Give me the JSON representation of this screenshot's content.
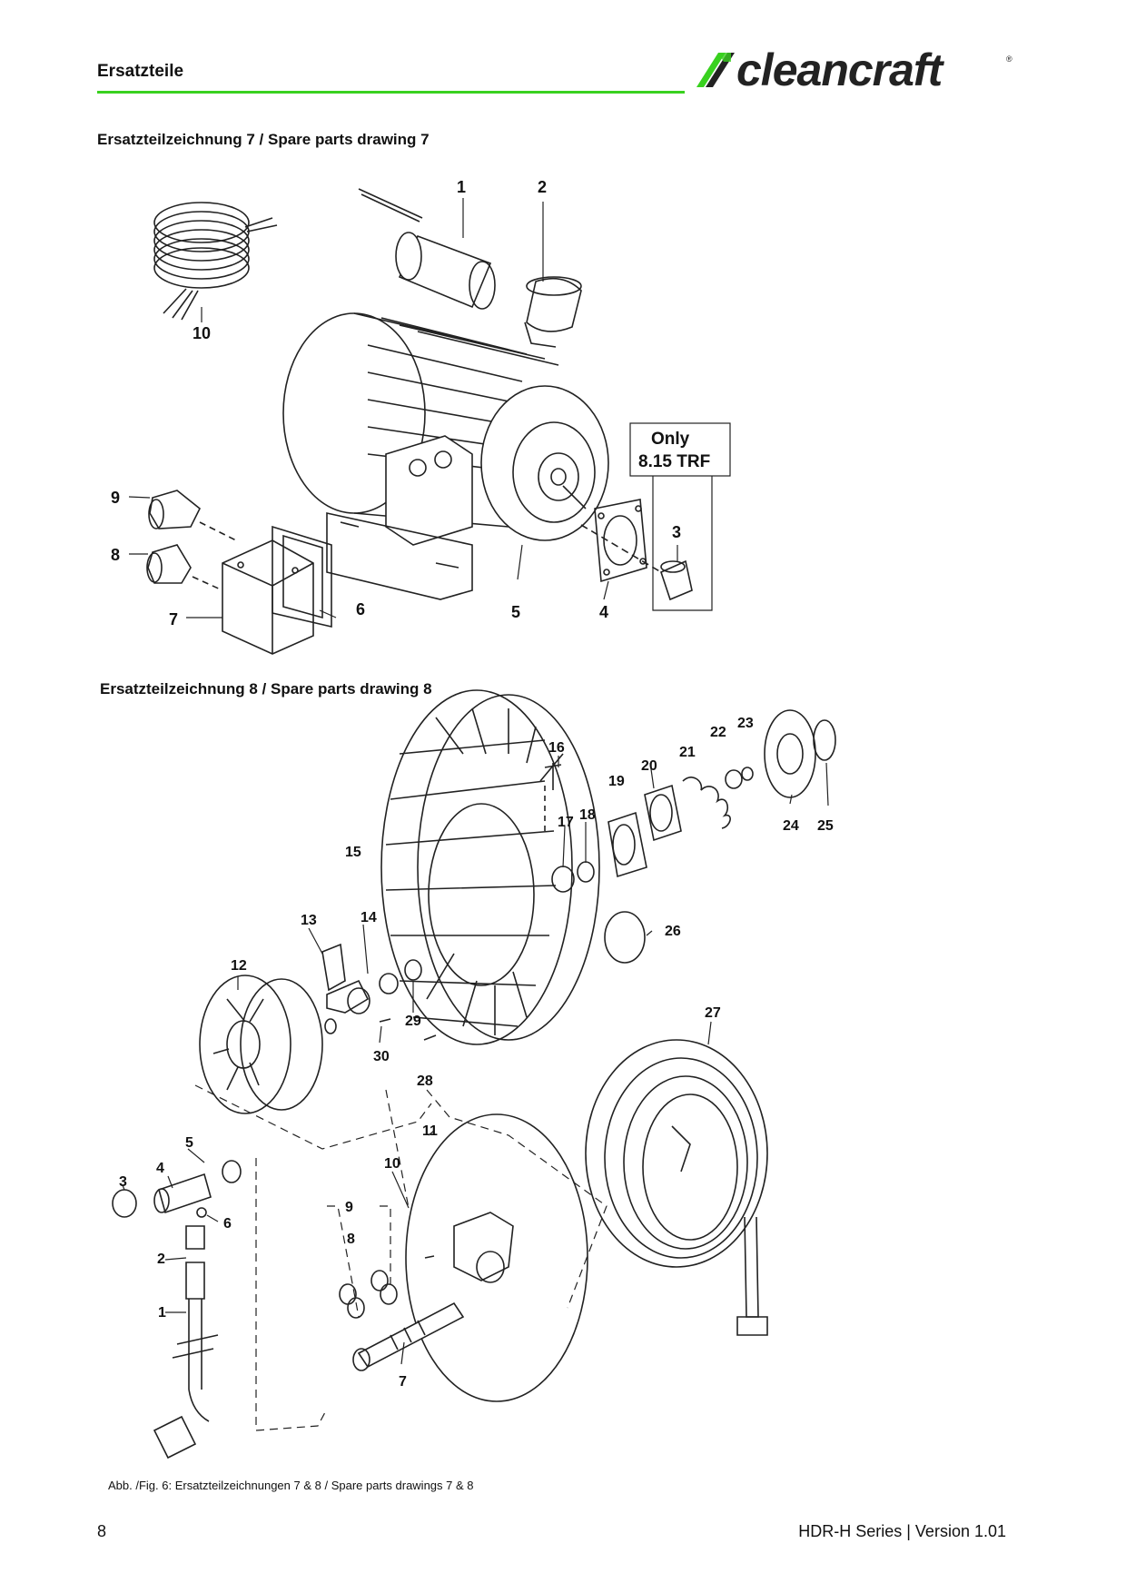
{
  "header": {
    "title": "Ersatzteile",
    "logo_text": "cleancraft",
    "logo_mark": "®",
    "accent_color": "#39d11f"
  },
  "drawing7": {
    "title": "Ersatzteilzeichnung 7 / Spare parts drawing 7",
    "note_line1": "Only",
    "note_line2": "8.15 TRF",
    "labels": [
      "1",
      "2",
      "10",
      "9",
      "8",
      "7",
      "6",
      "5",
      "4",
      "3"
    ]
  },
  "drawing8": {
    "title": "Ersatzteilzeichnung 8 / Spare parts drawing 8",
    "labels": [
      "16",
      "22",
      "23",
      "21",
      "20",
      "19",
      "17",
      "18",
      "24",
      "25",
      "15",
      "14",
      "13",
      "12",
      "26",
      "29",
      "30",
      "28",
      "27",
      "11",
      "10",
      "5",
      "4",
      "3",
      "6",
      "2",
      "9",
      "8",
      "1",
      "7"
    ]
  },
  "caption": "Abb. /Fig. 6: Ersatzteilzeichnungen 7 & 8 / Spare parts drawings 7 & 8",
  "footer": {
    "page_number": "8",
    "version": "HDR-H Series | Version 1.01"
  }
}
